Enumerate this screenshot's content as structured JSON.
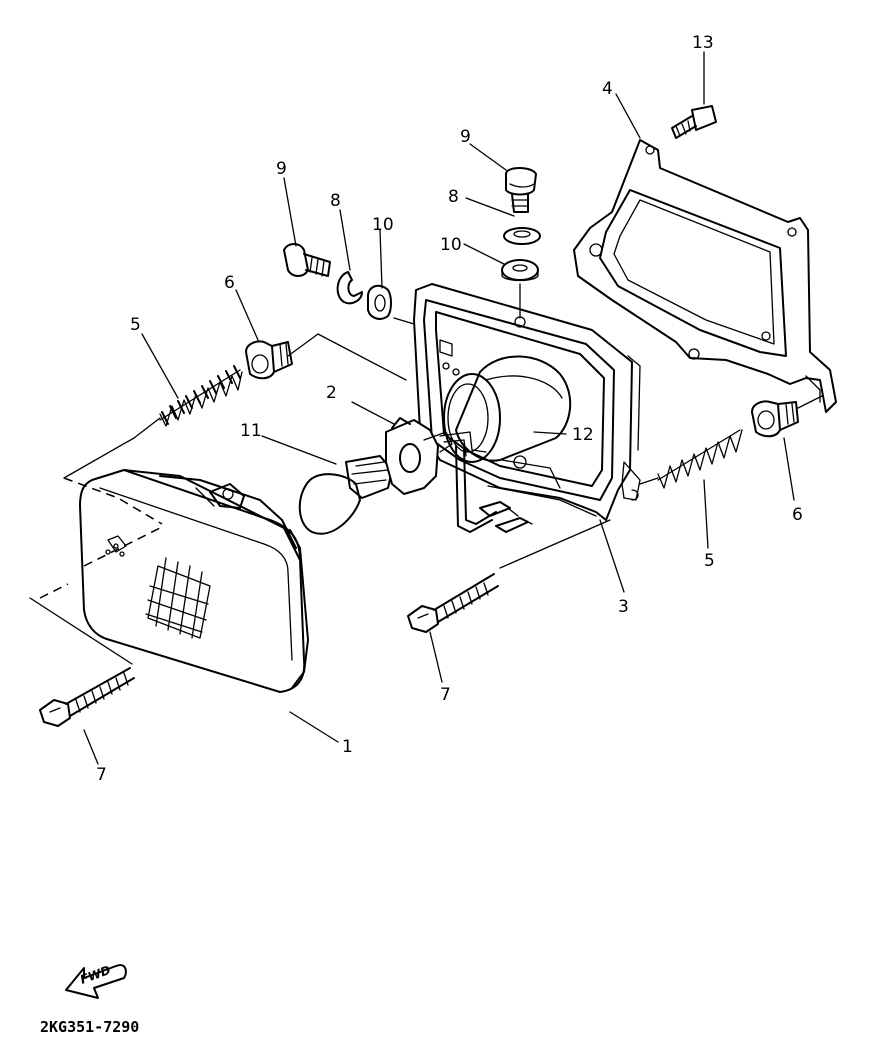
{
  "diagram": {
    "part_code": "2KG351-7290",
    "fwd_label": "FWD",
    "callouts": {
      "headlight_unit": "1",
      "bulb_socket": "2",
      "headlight_housing": "3",
      "bracket": "4",
      "spring_left": "5",
      "spring_right": "5",
      "adjuster_left": "6",
      "adjuster_right": "6",
      "screw_lower_left": "7",
      "screw_center": "7",
      "washer_left": "8",
      "washer_center": "8",
      "bolt_left": "9",
      "bolt_center": "9",
      "nut_left": "10",
      "nut_center": "10",
      "bulb": "11",
      "boot": "12",
      "bolt_bracket": "13"
    }
  }
}
